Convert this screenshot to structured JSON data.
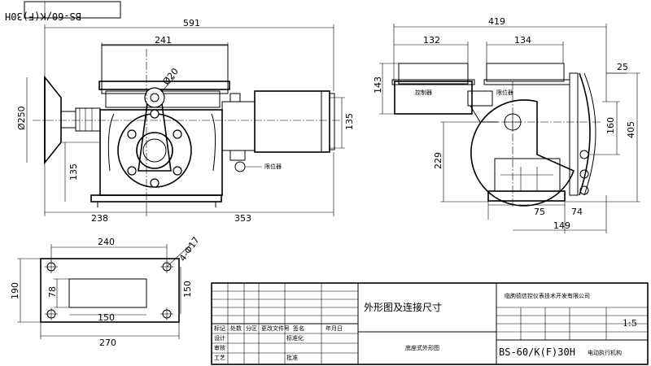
{
  "corner_code": "BS-60/K(F)30H",
  "dimensions": {
    "front": {
      "total_width": "591",
      "top_width": "241",
      "handwheel_dia": "Ø250",
      "lever_dia": "Ø20",
      "motor_height": "135",
      "base_height": "135",
      "left_span": "238",
      "right_span": "353",
      "callout_label": "限位器"
    },
    "side": {
      "total_width": "419",
      "left_top": "132",
      "right_top": "134",
      "height_143": "143",
      "right_25": "25",
      "height_160": "160",
      "height_405": "405",
      "height_229": "229",
      "base_75": "75",
      "base_74": "74",
      "base_149": "149",
      "plate_label_left": "控制器",
      "plate_label_right": "限位器"
    },
    "base": {
      "hole_spacing": "240",
      "hole_callout": "4-Φ17",
      "height_190": "190",
      "slot_78": "78",
      "width_150": "150",
      "height_150": "150",
      "total_270": "270"
    }
  },
  "title_block": {
    "drawing_title": "外形图及连接尺寸",
    "company": "临朐德信控仪表技术开发有限公司",
    "scale": "1:5",
    "view_name": "底座式外形图",
    "model": "BS-60/K(F)30H",
    "product_name": "电动执行机构",
    "row_labels": [
      "标记",
      "处数",
      "分区",
      "更改文件号",
      "签名",
      "年月日"
    ],
    "sign_labels": [
      "设计",
      "标准化",
      "审核",
      "工艺",
      "批准"
    ]
  }
}
